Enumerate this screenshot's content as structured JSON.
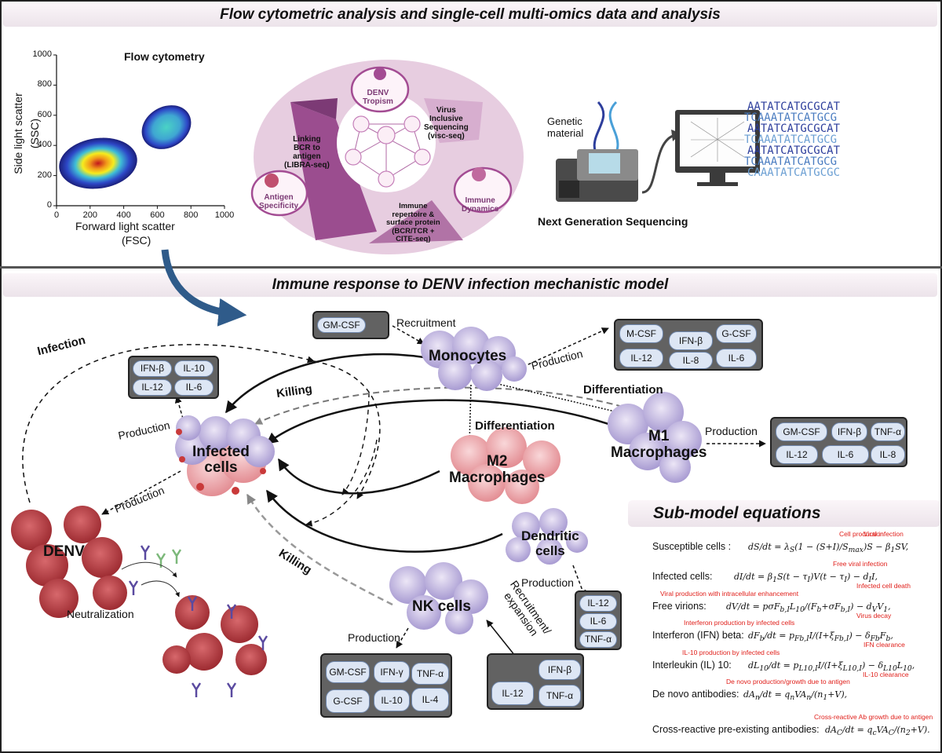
{
  "banners": {
    "top": "Flow cytometric analysis and single-cell multi-omics data and analysis",
    "model": "Immune response to DENV infection mechanistic model"
  },
  "flow_plot": {
    "title": "Flow cytometry",
    "xlabel": "Forward light scatter",
    "xlabel2": "(FSC)",
    "ylabel": "Side light scatter",
    "ylabel2": "(SSC)",
    "x_ticks": [
      "0",
      "200",
      "400",
      "600",
      "800",
      "1000"
    ],
    "y_ticks": [
      "0",
      "200",
      "400",
      "600",
      "800",
      "1000"
    ]
  },
  "omics": {
    "denv_tropism": "DENV\nTropism",
    "visc": "Virus\nInclusive\nSequencing\n(visc-seq)",
    "libra": "Linking\nBCR to\nantigen\n(LIBRA-seq)",
    "cite": "Immune\nrepertoire &\nsurface protein\n(BCR/TCR +\nCITE-seq)",
    "antigen": "Antigen\nSpecificity",
    "immune_dyn": "Immune\nDynamics",
    "genetic": "Genetic\nmaterial",
    "ngs": "Next Generation Sequencing",
    "seq_lines": [
      "AATATCATGCGCAT",
      "TCAAATATCATGCG",
      "AATATCATGCGCAT",
      "TCAAATATCATGCG",
      "AATATCATGCGCAT",
      "TCAAATATCATGCG",
      "CAAATATCATGCGCAT"
    ]
  },
  "model": {
    "infection": "Infection",
    "killing_top": "Killing",
    "killing_bottom": "Killing",
    "infected_cells": "Infected\ncells",
    "denv": "DENV",
    "neutralization": "Neutralization",
    "monocytes": "Monocytes",
    "m1": "M1\nMacrophages",
    "m2": "M2\nMacrophages",
    "dendritic": "Dendritic\ncells",
    "nk": "NK cells",
    "recruitment": "Recruitment",
    "recruitment_expansion": "Recruitment/\nexpansion",
    "differentiation_right": "Differentiation",
    "differentiation_down": "Differentiation",
    "production": "Production",
    "gmcsf_source": "GM-CSF",
    "infected_cytokines": [
      "IFN-β",
      "IL-10",
      "IL-12",
      "IL-6"
    ],
    "monocyte_cytokines": [
      "M-CSF",
      "IFN-β",
      "G-CSF",
      "IL-12",
      "IL-8",
      "IL-6"
    ],
    "m1_cytokines": [
      "GM-CSF",
      "IFN-β",
      "TNF-α",
      "IL-12",
      "IL-6",
      "IL-8"
    ],
    "dc_cytokines": [
      "IL-12",
      "IL-6",
      "TNF-α"
    ],
    "nk_cytokines": [
      "GM-CSF",
      "IFN-γ",
      "TNF-α",
      "G-CSF",
      "IL-10",
      "IL-4"
    ],
    "nk_inputs": [
      "IFN-β",
      "IL-12",
      "TNF-α"
    ]
  },
  "equations": {
    "title": "Sub-model equations",
    "rows": [
      {
        "label": "Susceptible cells :",
        "notes": [
          "Cell production",
          "Viral infection"
        ]
      },
      {
        "label": "Infected cells:",
        "notes": [
          "Free viral infection",
          "Infected cell death"
        ]
      },
      {
        "label": "Free virions:",
        "notes": [
          "Viral production with intracellular enhancement",
          "Virus decay"
        ]
      },
      {
        "label": "Interferon (IFN) beta:",
        "notes": [
          "Interferon production by infected cells",
          "IFN clearance"
        ]
      },
      {
        "label": "Interleukin (IL) 10:",
        "notes": [
          "IL-10 production by infected cells",
          "IL-10 clearance"
        ]
      },
      {
        "label": "De novo antibodies:",
        "notes": [
          "De novo production/growth due to antigen"
        ]
      },
      {
        "label": "Cross-reactive pre-existing antibodies:",
        "notes": [
          "Cross-reactive Ab growth due to antigen"
        ]
      }
    ]
  },
  "colors": {
    "box": "#626262",
    "pill_fill": "#dde6f4",
    "pill_border": "#6f87ad",
    "arrow_blue": "#2f5b8a",
    "note_red": "#e0201b",
    "purple_dark": "#7c3a75",
    "purple_light": "#e7cde0"
  }
}
